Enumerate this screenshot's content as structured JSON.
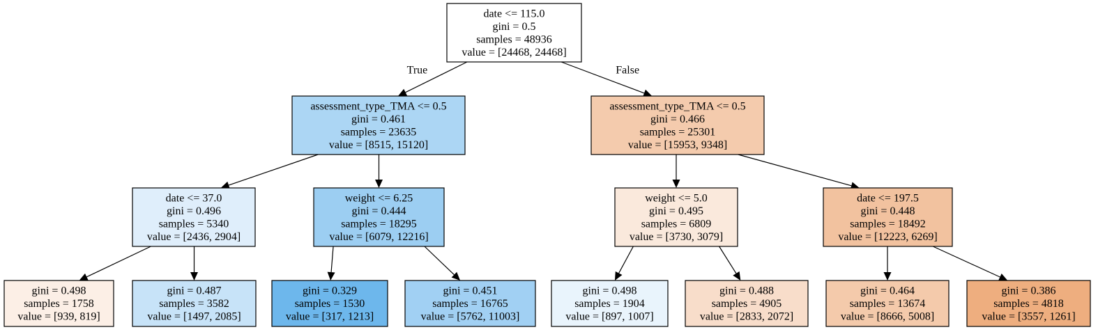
{
  "tree": {
    "nodes": [
      {
        "id": "n0",
        "lines": [
          "date <= 115.0",
          "gini = 0.5",
          "samples = 48936",
          "value = [24468, 24468]"
        ],
        "color": "#ffffff"
      },
      {
        "id": "n1",
        "lines": [
          "assessment_type_TMA <= 0.5",
          "gini = 0.461",
          "samples = 23635",
          "value = [8515, 15120]"
        ],
        "color": "#acd6f4"
      },
      {
        "id": "n2",
        "lines": [
          "assessment_type_TMA <= 0.5",
          "gini = 0.466",
          "samples = 25301",
          "value = [15953, 9348]"
        ],
        "color": "#f4cbad"
      },
      {
        "id": "n3",
        "lines": [
          "date <= 37.0",
          "gini = 0.496",
          "samples = 5340",
          "value = [2436, 2904]"
        ],
        "color": "#dfeefb"
      },
      {
        "id": "n4",
        "lines": [
          "weight <= 6.25",
          "gini = 0.444",
          "samples = 18295",
          "value = [6079, 12216]"
        ],
        "color": "#9ccef2"
      },
      {
        "id": "n5",
        "lines": [
          "weight <= 5.0",
          "gini = 0.495",
          "samples = 6809",
          "value = [3730, 3079]"
        ],
        "color": "#fae9dc"
      },
      {
        "id": "n6",
        "lines": [
          "date <= 197.5",
          "gini = 0.448",
          "samples = 18492",
          "value = [12223, 6269]"
        ],
        "color": "#f2c29f"
      },
      {
        "id": "n7",
        "lines": [
          "gini = 0.498",
          "samples = 1758",
          "value = [939, 819]"
        ],
        "color": "#fcefe6"
      },
      {
        "id": "n8",
        "lines": [
          "gini = 0.487",
          "samples = 3582",
          "value = [1497, 2085]"
        ],
        "color": "#c7e3f8"
      },
      {
        "id": "n9",
        "lines": [
          "gini = 0.329",
          "samples = 1530",
          "value = [317, 1213]"
        ],
        "color": "#6db7ec"
      },
      {
        "id": "n10",
        "lines": [
          "gini = 0.451",
          "samples = 16765",
          "value = [5762, 11003]"
        ],
        "color": "#a1d0f3"
      },
      {
        "id": "n11",
        "lines": [
          "gini = 0.498",
          "samples = 1904",
          "value = [897, 1007]"
        ],
        "color": "#e9f4fc"
      },
      {
        "id": "n12",
        "lines": [
          "gini = 0.488",
          "samples = 4905",
          "value = [2833, 2072]"
        ],
        "color": "#f8ddca"
      },
      {
        "id": "n13",
        "lines": [
          "gini = 0.464",
          "samples = 13674",
          "value = [8666, 5008]"
        ],
        "color": "#f4caab"
      },
      {
        "id": "n14",
        "lines": [
          "gini = 0.386",
          "samples = 4818",
          "value = [3557, 1261]"
        ],
        "color": "#eeae7f"
      }
    ],
    "edges": [
      {
        "from": "n0",
        "to": "n1",
        "label": "True"
      },
      {
        "from": "n0",
        "to": "n2",
        "label": "False"
      },
      {
        "from": "n1",
        "to": "n3",
        "label": ""
      },
      {
        "from": "n1",
        "to": "n4",
        "label": ""
      },
      {
        "from": "n2",
        "to": "n5",
        "label": ""
      },
      {
        "from": "n2",
        "to": "n6",
        "label": ""
      },
      {
        "from": "n3",
        "to": "n7",
        "label": ""
      },
      {
        "from": "n3",
        "to": "n8",
        "label": ""
      },
      {
        "from": "n4",
        "to": "n9",
        "label": ""
      },
      {
        "from": "n4",
        "to": "n10",
        "label": ""
      },
      {
        "from": "n5",
        "to": "n11",
        "label": ""
      },
      {
        "from": "n5",
        "to": "n12",
        "label": ""
      },
      {
        "from": "n6",
        "to": "n13",
        "label": ""
      },
      {
        "from": "n6",
        "to": "n14",
        "label": ""
      }
    ]
  }
}
